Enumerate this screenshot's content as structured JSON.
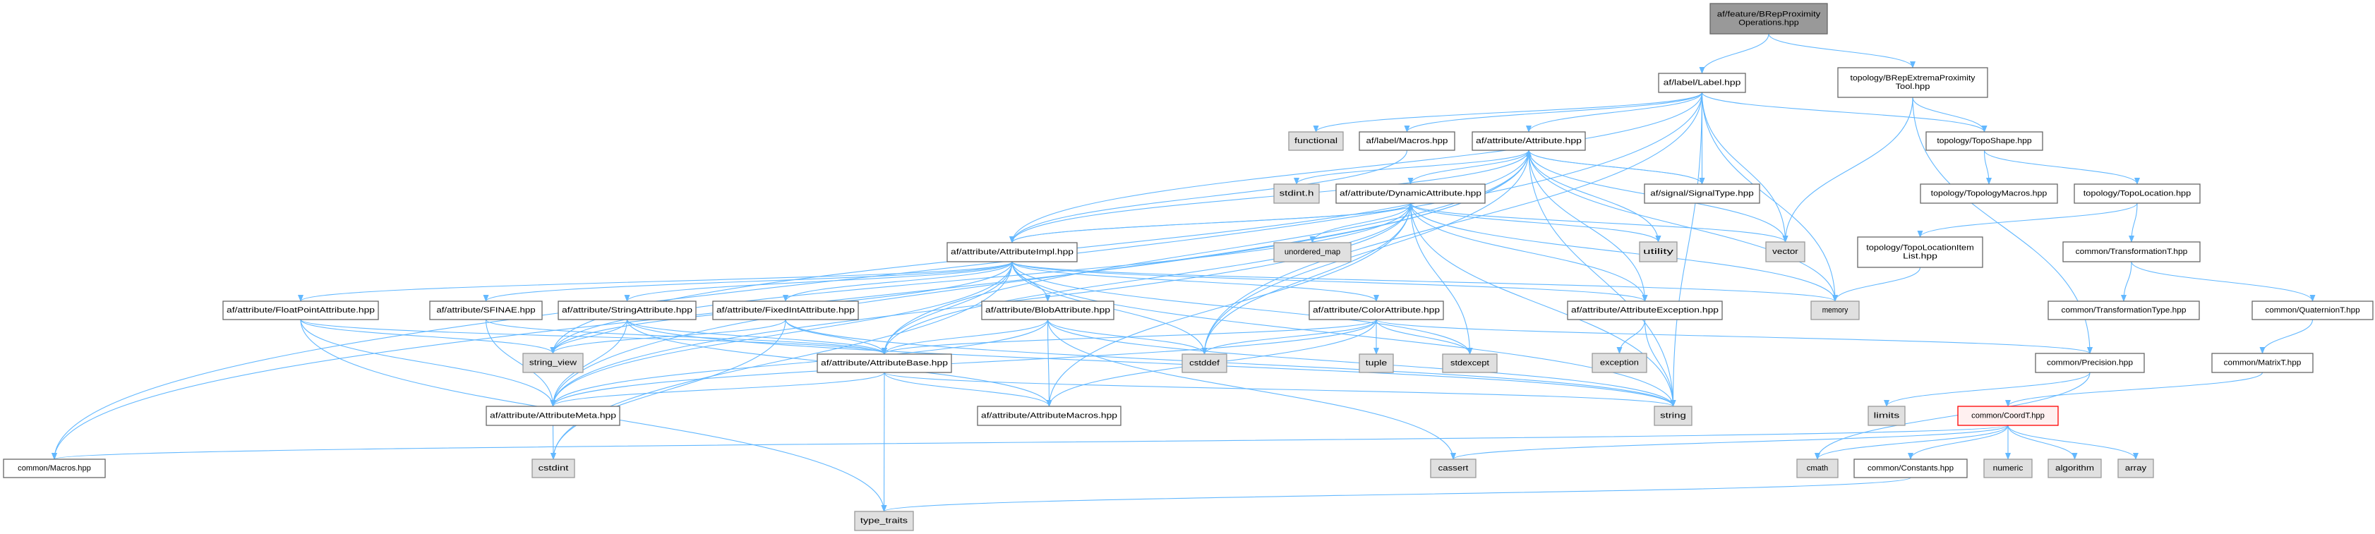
{
  "title": "af/feature/BRepProximityOperations.hpp include dependency graph",
  "colors": {
    "edge": "#63b8ff",
    "root_fill": "#999999",
    "system_fill": "#e0e0e0",
    "highlight_border": "#ff0000"
  },
  "nodes": {
    "root": {
      "lines": [
        "af/feature/BRepProximity",
        "Operations.hpp"
      ],
      "kind": "root"
    },
    "label": {
      "lines": [
        "af/label/Label.hpp"
      ],
      "kind": "user"
    },
    "brepTool": {
      "lines": [
        "topology/BRepExtremaProximity",
        "Tool.hpp"
      ],
      "kind": "user"
    },
    "functional": {
      "lines": [
        "functional"
      ],
      "kind": "sys"
    },
    "labelMacros": {
      "lines": [
        "af/label/Macros.hpp"
      ],
      "kind": "user"
    },
    "attribute": {
      "lines": [
        "af/attribute/Attribute.hpp"
      ],
      "kind": "user"
    },
    "topoShape": {
      "lines": [
        "topology/TopoShape.hpp"
      ],
      "kind": "user"
    },
    "stdinth": {
      "lines": [
        "stdint.h"
      ],
      "kind": "sys"
    },
    "dynAttr": {
      "lines": [
        "af/attribute/DynamicAttribute.hpp"
      ],
      "kind": "user"
    },
    "signalType": {
      "lines": [
        "af/signal/SignalType.hpp"
      ],
      "kind": "user"
    },
    "topoMacros": {
      "lines": [
        "topology/TopologyMacros.hpp"
      ],
      "kind": "user"
    },
    "topoLocation": {
      "lines": [
        "topology/TopoLocation.hpp"
      ],
      "kind": "user"
    },
    "attrImpl": {
      "lines": [
        "af/attribute/AttributeImpl.hpp"
      ],
      "kind": "user"
    },
    "unorderedMap": {
      "lines": [
        "unordered_map"
      ],
      "kind": "sys"
    },
    "utility": {
      "lines": [
        "utility"
      ],
      "kind": "sys"
    },
    "vector": {
      "lines": [
        "vector"
      ],
      "kind": "sys"
    },
    "topoLocItemList": {
      "lines": [
        "topology/TopoLocationItem",
        "List.hpp"
      ],
      "kind": "user"
    },
    "transformationT": {
      "lines": [
        "common/TransformationT.hpp"
      ],
      "kind": "user"
    },
    "floatPoint": {
      "lines": [
        "af/attribute/FloatPointAttribute.hpp"
      ],
      "kind": "user"
    },
    "sfinae": {
      "lines": [
        "af/attribute/SFINAE.hpp"
      ],
      "kind": "user"
    },
    "stringAttr": {
      "lines": [
        "af/attribute/StringAttribute.hpp"
      ],
      "kind": "user"
    },
    "fixedInt": {
      "lines": [
        "af/attribute/FixedIntAttribute.hpp"
      ],
      "kind": "user"
    },
    "blobAttr": {
      "lines": [
        "af/attribute/BlobAttribute.hpp"
      ],
      "kind": "user"
    },
    "colorAttr": {
      "lines": [
        "af/attribute/ColorAttribute.hpp"
      ],
      "kind": "user"
    },
    "attrException": {
      "lines": [
        "af/attribute/AttributeException.hpp"
      ],
      "kind": "user"
    },
    "memory": {
      "lines": [
        "memory"
      ],
      "kind": "sys"
    },
    "transformationType": {
      "lines": [
        "common/TransformationType.hpp"
      ],
      "kind": "user"
    },
    "quaternionT": {
      "lines": [
        "common/QuaternionT.hpp"
      ],
      "kind": "user"
    },
    "stringView": {
      "lines": [
        "string_view"
      ],
      "kind": "sys"
    },
    "attrBase": {
      "lines": [
        "af/attribute/AttributeBase.hpp"
      ],
      "kind": "user"
    },
    "cstddef": {
      "lines": [
        "cstddef"
      ],
      "kind": "sys"
    },
    "tuple": {
      "lines": [
        "tuple"
      ],
      "kind": "sys"
    },
    "stdexcept": {
      "lines": [
        "stdexcept"
      ],
      "kind": "sys"
    },
    "exception": {
      "lines": [
        "exception"
      ],
      "kind": "sys"
    },
    "precision": {
      "lines": [
        "common/Precision.hpp"
      ],
      "kind": "user"
    },
    "matrixT": {
      "lines": [
        "common/MatrixT.hpp"
      ],
      "kind": "user"
    },
    "attrMeta": {
      "lines": [
        "af/attribute/AttributeMeta.hpp"
      ],
      "kind": "user"
    },
    "attrMacros": {
      "lines": [
        "af/attribute/AttributeMacros.hpp"
      ],
      "kind": "user"
    },
    "string": {
      "lines": [
        "string"
      ],
      "kind": "sys"
    },
    "limits": {
      "lines": [
        "limits"
      ],
      "kind": "sys"
    },
    "coordT": {
      "lines": [
        "common/CoordT.hpp"
      ],
      "kind": "hl"
    },
    "commonMacros": {
      "lines": [
        "common/Macros.hpp"
      ],
      "kind": "user"
    },
    "cstdint": {
      "lines": [
        "cstdint"
      ],
      "kind": "sys"
    },
    "cassert": {
      "lines": [
        "cassert"
      ],
      "kind": "sys"
    },
    "cmath": {
      "lines": [
        "cmath"
      ],
      "kind": "sys"
    },
    "constants": {
      "lines": [
        "common/Constants.hpp"
      ],
      "kind": "user"
    },
    "numeric": {
      "lines": [
        "numeric"
      ],
      "kind": "sys"
    },
    "algorithm": {
      "lines": [
        "algorithm"
      ],
      "kind": "sys"
    },
    "array": {
      "lines": [
        "array"
      ],
      "kind": "sys"
    },
    "typeTraits": {
      "lines": [
        "type_traits"
      ],
      "kind": "sys"
    }
  },
  "edges": [
    [
      "root",
      "label"
    ],
    [
      "root",
      "brepTool"
    ],
    [
      "label",
      "commonMacros"
    ],
    [
      "label",
      "functional"
    ],
    [
      "label",
      "labelMacros"
    ],
    [
      "label",
      "attribute"
    ],
    [
      "label",
      "cstddef"
    ],
    [
      "label",
      "signalType"
    ],
    [
      "label",
      "vector"
    ],
    [
      "label",
      "memory"
    ],
    [
      "label",
      "topoShape"
    ],
    [
      "label",
      "string"
    ],
    [
      "label",
      "attrImpl"
    ],
    [
      "brepTool",
      "topoShape"
    ],
    [
      "brepTool",
      "vector"
    ],
    [
      "brepTool",
      "precision"
    ],
    [
      "topoShape",
      "topoMacros"
    ],
    [
      "topoShape",
      "topoLocation"
    ],
    [
      "topoLocation",
      "topoLocItemList"
    ],
    [
      "topoLocation",
      "transformationT"
    ],
    [
      "topoLocItemList",
      "memory"
    ],
    [
      "transformationT",
      "transformationType"
    ],
    [
      "transformationT",
      "quaternionT"
    ],
    [
      "quaternionT",
      "matrixT"
    ],
    [
      "matrixT",
      "coordT"
    ],
    [
      "precision",
      "limits"
    ],
    [
      "precision",
      "cmath"
    ],
    [
      "coordT",
      "commonMacros"
    ],
    [
      "coordT",
      "cassert"
    ],
    [
      "coordT",
      "cmath"
    ],
    [
      "coordT",
      "constants"
    ],
    [
      "coordT",
      "numeric"
    ],
    [
      "coordT",
      "algorithm"
    ],
    [
      "coordT",
      "array"
    ],
    [
      "constants",
      "typeTraits"
    ],
    [
      "labelMacros",
      "attrImpl"
    ],
    [
      "attribute",
      "stdinth"
    ],
    [
      "attribute",
      "dynAttr"
    ],
    [
      "attribute",
      "attrImpl"
    ],
    [
      "attribute",
      "signalType"
    ],
    [
      "attribute",
      "vector"
    ],
    [
      "attribute",
      "memory"
    ],
    [
      "attribute",
      "utility"
    ],
    [
      "attribute",
      "string"
    ],
    [
      "attribute",
      "cstddef"
    ],
    [
      "attribute",
      "attrBase"
    ],
    [
      "attribute",
      "attrMeta"
    ],
    [
      "attribute",
      "commonMacros"
    ],
    [
      "attribute",
      "attrException"
    ],
    [
      "attribute",
      "stringView"
    ],
    [
      "signalType",
      "attribute"
    ],
    [
      "dynAttr",
      "unorderedMap"
    ],
    [
      "dynAttr",
      "attrImpl"
    ],
    [
      "dynAttr",
      "attrBase"
    ],
    [
      "dynAttr",
      "cstddef"
    ],
    [
      "dynAttr",
      "stdexcept"
    ],
    [
      "dynAttr",
      "attrException"
    ],
    [
      "dynAttr",
      "attrMacros"
    ],
    [
      "dynAttr",
      "vector"
    ],
    [
      "dynAttr",
      "utility"
    ],
    [
      "dynAttr",
      "memory"
    ],
    [
      "dynAttr",
      "string"
    ],
    [
      "dynAttr",
      "stringView"
    ],
    [
      "dynAttr",
      "attrMeta"
    ],
    [
      "attrImpl",
      "dynAttr"
    ],
    [
      "attrImpl",
      "floatPoint"
    ],
    [
      "attrImpl",
      "sfinae"
    ],
    [
      "attrImpl",
      "stringAttr"
    ],
    [
      "attrImpl",
      "fixedInt"
    ],
    [
      "attrImpl",
      "blobAttr"
    ],
    [
      "attrImpl",
      "colorAttr"
    ],
    [
      "attrImpl",
      "attrBase"
    ],
    [
      "attrImpl",
      "attrMeta"
    ],
    [
      "attrImpl",
      "cstddef"
    ],
    [
      "attrImpl",
      "cstdint"
    ],
    [
      "attrImpl",
      "stringView"
    ],
    [
      "attrImpl",
      "stdexcept"
    ],
    [
      "attrImpl",
      "memory"
    ],
    [
      "attrImpl",
      "attrException"
    ],
    [
      "attrImpl",
      "string"
    ],
    [
      "floatPoint",
      "stringView"
    ],
    [
      "floatPoint",
      "attrMeta"
    ],
    [
      "floatPoint",
      "attrBase"
    ],
    [
      "floatPoint",
      "typeTraits"
    ],
    [
      "sfinae",
      "attrMeta"
    ],
    [
      "sfinae",
      "attrBase"
    ],
    [
      "stringAttr",
      "stringView"
    ],
    [
      "stringAttr",
      "attrMeta"
    ],
    [
      "stringAttr",
      "attrBase"
    ],
    [
      "stringAttr",
      "attrMacros"
    ],
    [
      "stringAttr",
      "string"
    ],
    [
      "fixedInt",
      "stringView"
    ],
    [
      "fixedInt",
      "attrBase"
    ],
    [
      "fixedInt",
      "cstdint"
    ],
    [
      "fixedInt",
      "string"
    ],
    [
      "blobAttr",
      "attrBase"
    ],
    [
      "blobAttr",
      "attrMeta"
    ],
    [
      "blobAttr",
      "attrMacros"
    ],
    [
      "blobAttr",
      "cstddef"
    ],
    [
      "blobAttr",
      "cassert"
    ],
    [
      "blobAttr",
      "string"
    ],
    [
      "colorAttr",
      "attrBase"
    ],
    [
      "colorAttr",
      "attrMeta"
    ],
    [
      "colorAttr",
      "attrMacros"
    ],
    [
      "colorAttr",
      "tuple"
    ],
    [
      "colorAttr",
      "stdexcept"
    ],
    [
      "colorAttr",
      "precision"
    ],
    [
      "colorAttr",
      "cstddef"
    ],
    [
      "attrBase",
      "attrMeta"
    ],
    [
      "attrBase",
      "attrMacros"
    ],
    [
      "attrBase",
      "typeTraits"
    ],
    [
      "attrBase",
      "string"
    ],
    [
      "attrMeta",
      "cstdint"
    ],
    [
      "attrException",
      "exception"
    ],
    [
      "attrException",
      "string"
    ]
  ]
}
